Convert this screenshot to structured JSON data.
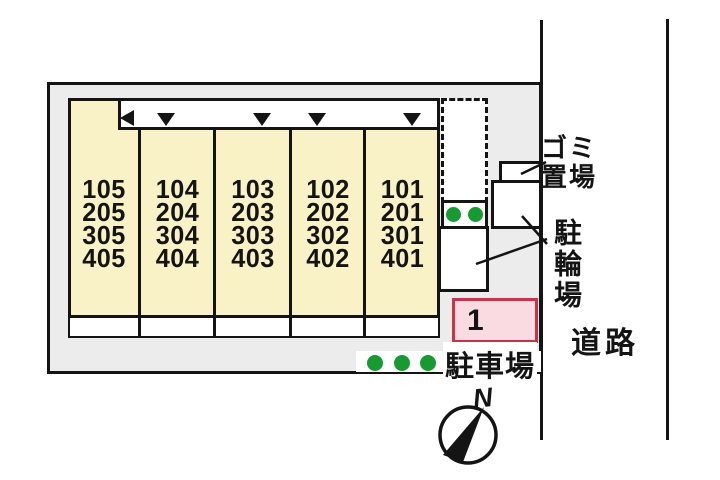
{
  "site": {
    "building": {
      "columns": [
        {
          "units": [
            "105",
            "205",
            "305",
            "405"
          ]
        },
        {
          "units": [
            "104",
            "204",
            "304",
            "404"
          ]
        },
        {
          "units": [
            "103",
            "203",
            "303",
            "403"
          ]
        },
        {
          "units": [
            "102",
            "202",
            "302",
            "402"
          ]
        },
        {
          "units": [
            "101",
            "201",
            "301",
            "401"
          ]
        }
      ],
      "corridor_markers": {
        "left_triangle": "◀",
        "down_triangle": "▼",
        "down_count": 4
      }
    },
    "labels": {
      "garbage_line1": "ゴミ",
      "garbage_line2": "置場",
      "bicycle": "駐輪場",
      "road": "道路",
      "parking": "駐車場",
      "parking_space_1": "1",
      "compass_north": "N"
    },
    "landscaping": {
      "upper_dot_count": 2,
      "lower_dot_count": 3
    },
    "colors": {
      "site_fill": "#ececec",
      "building_fill": "#f9f2c6",
      "line": "#141414",
      "shrub_green": "#189a32",
      "parking_fill": "#fbdbe2",
      "parking_border": "#c9334a"
    }
  }
}
